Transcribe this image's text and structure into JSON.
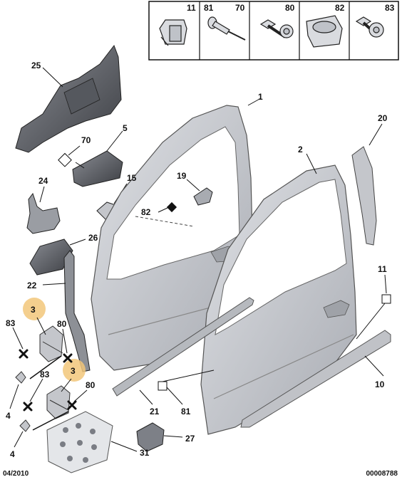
{
  "header_labels": [
    "11",
    "81",
    "70",
    "80",
    "82",
    "83"
  ],
  "parts": {
    "p1": "1",
    "p2": "2",
    "p3a": "3",
    "p3b": "3",
    "p4a": "4",
    "p4b": "4",
    "p5": "5",
    "p10": "10",
    "p11": "11",
    "p15": "15",
    "p19": "19",
    "p20": "20",
    "p21": "21",
    "p22": "22",
    "p24": "24",
    "p25": "25",
    "p26": "26",
    "p27": "27",
    "p31": "31",
    "p70": "70",
    "p80a": "80",
    "p80b": "80",
    "p81": "81",
    "p82": "82",
    "p83a": "83",
    "p83b": "83"
  },
  "footer": {
    "date": "04/2010",
    "reference": "00008788"
  },
  "colors": {
    "part_fill": "#c9cbd0",
    "part_dark": "#6e7178",
    "highlight": "#f2c77a"
  }
}
